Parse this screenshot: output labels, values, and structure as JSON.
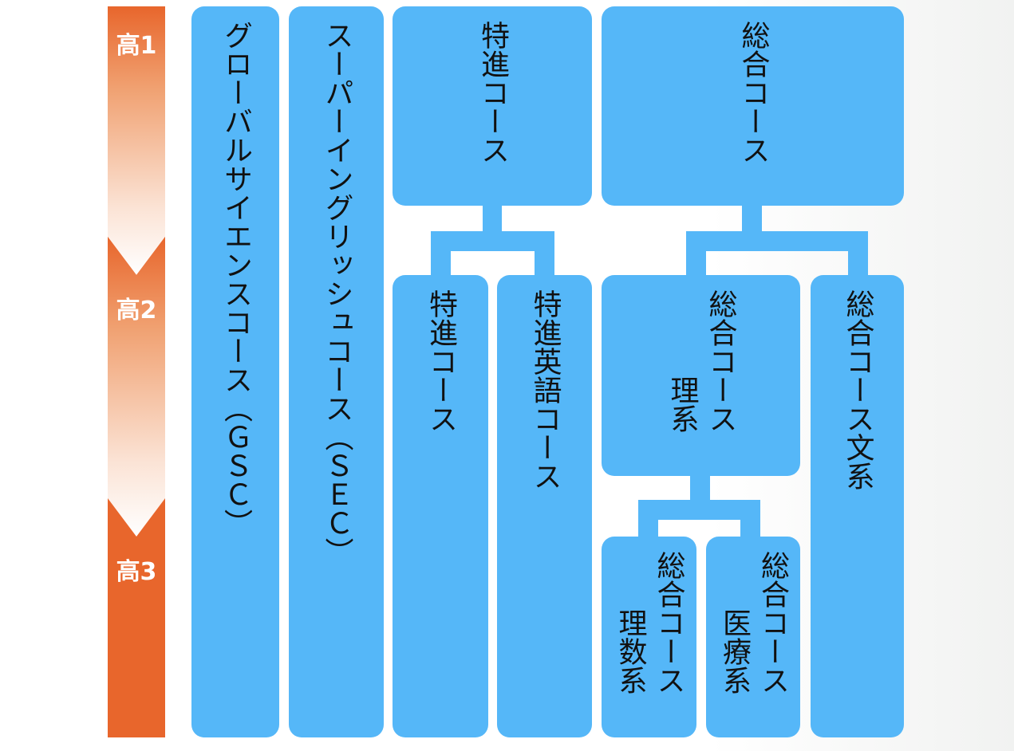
{
  "grades": [
    "高1",
    "高2",
    "高3"
  ],
  "courses": {
    "gsc": [
      "グローバルサイエンスコース（ＧＳＣ）"
    ],
    "sec": [
      "スーパーイングリッシュコース（ＳＥＣ）"
    ],
    "tokushin_top": [
      "特進コース"
    ],
    "sogo_top": [
      "総合コース"
    ],
    "tokushin": [
      "特進コース"
    ],
    "tokushin_eigo": [
      "特進英語コース"
    ],
    "sogo_rikei": [
      "総合コース",
      "理系"
    ],
    "sogo_bunkei": [
      "総合コース文系"
    ],
    "sogo_risu": [
      "総合コース",
      "理数系"
    ],
    "sogo_iryo": [
      "総合コース",
      "医療系"
    ]
  },
  "colors": {
    "box": "#55b7f8",
    "grade_bar": "#e8662c"
  }
}
